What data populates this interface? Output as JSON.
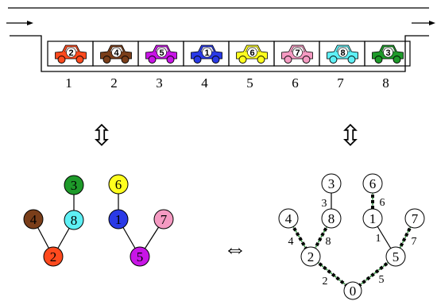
{
  "parking": {
    "cars": [
      {
        "slot": "1",
        "number": "2",
        "color": "#ff4a1e"
      },
      {
        "slot": "2",
        "number": "4",
        "color": "#7a3e1a"
      },
      {
        "slot": "3",
        "number": "5",
        "color": "#c815e6"
      },
      {
        "slot": "4",
        "number": "1",
        "color": "#2a3ae6"
      },
      {
        "slot": "5",
        "number": "6",
        "color": "#ffff1e"
      },
      {
        "slot": "6",
        "number": "7",
        "color": "#f59ac2"
      },
      {
        "slot": "7",
        "number": "8",
        "color": "#5ef0f5"
      },
      {
        "slot": "8",
        "number": "3",
        "color": "#1e9a2a"
      }
    ]
  },
  "colored_tree": {
    "nodes": [
      {
        "id": "3",
        "color": "#1e9a2a"
      },
      {
        "id": "8",
        "color": "#5ef0f5"
      },
      {
        "id": "4",
        "color": "#7a3e1a"
      },
      {
        "id": "2",
        "color": "#ff4a1e"
      },
      {
        "id": "6",
        "color": "#ffff1e"
      },
      {
        "id": "1",
        "color": "#2a3ae6"
      },
      {
        "id": "7",
        "color": "#f59ac2"
      },
      {
        "id": "5",
        "color": "#c815e6"
      }
    ]
  },
  "labeled_tree": {
    "nodes": [
      "3",
      "6",
      "4",
      "8",
      "1",
      "7",
      "2",
      "5",
      "0"
    ],
    "edge_labels": [
      "3",
      "6",
      "4",
      "8",
      "1",
      "7",
      "2",
      "5"
    ]
  },
  "symbols": {
    "up_down": "⇳",
    "iff": "⇔"
  }
}
